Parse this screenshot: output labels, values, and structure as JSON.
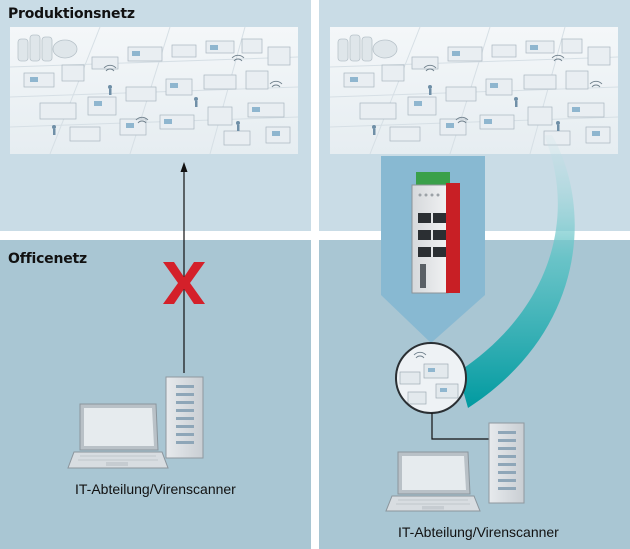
{
  "zones": {
    "production": {
      "label": "Produktionsnetz",
      "color": "#c9dce6"
    },
    "office": {
      "label": "Officenetz",
      "color": "#a9c6d3"
    }
  },
  "captions": {
    "left": "IT-Abteilung/Virenscanner",
    "right": "IT-Abteilung/Virenscanner"
  },
  "colors": {
    "blocked_mark": "#d4202a",
    "gateway_funnel": "#88b9d2",
    "teal_beam": "#0aa2a8",
    "device_red": "#c81f25",
    "device_green": "#3aa04a"
  },
  "icons": [
    "factory-illustration",
    "blocked-x-icon",
    "laptop-icon",
    "server-rack-icon",
    "security-gateway-device",
    "magnifier-lens"
  ]
}
